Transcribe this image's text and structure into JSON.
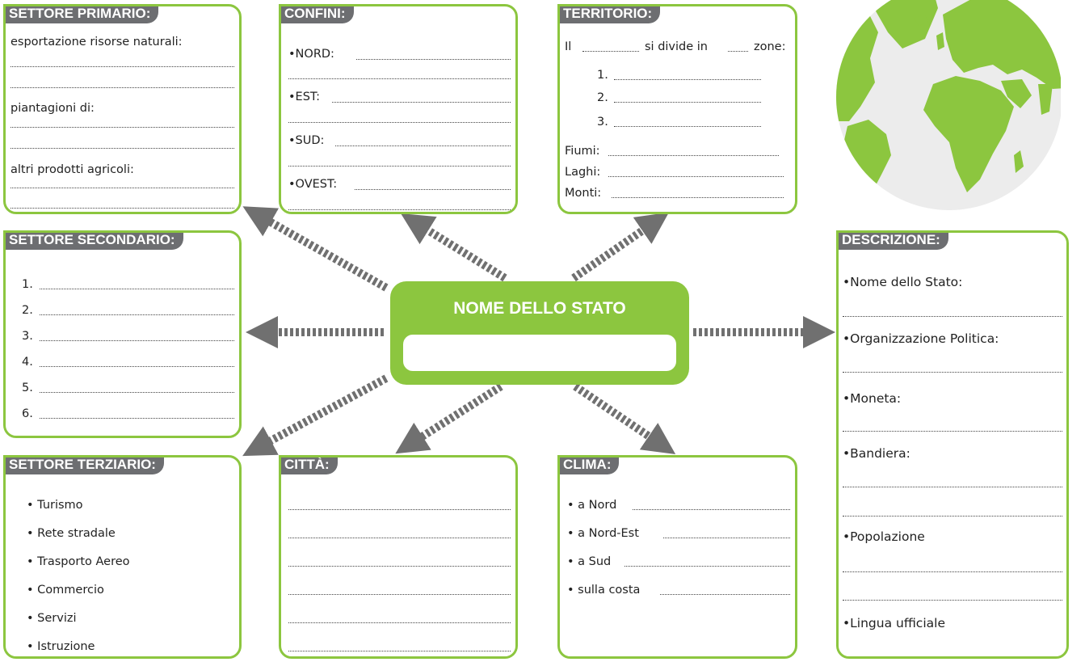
{
  "center": {
    "title": "NOME DELLO STATO"
  },
  "primario": {
    "title": "SETTORE PRIMARIO:",
    "labels": [
      "esportazione risorse naturali:",
      "piantagioni di:",
      "altri prodotti agricoli:"
    ]
  },
  "confini": {
    "title": "CONFINI:",
    "labels": [
      "•NORD:",
      "•EST:",
      "•SUD:",
      "•OVEST:"
    ]
  },
  "territorio": {
    "title": "TERRITORIO:",
    "intro_a": "Il",
    "intro_b": "si divide in",
    "intro_c": "zone:",
    "items": [
      "1.",
      "2.",
      "3."
    ],
    "labels": [
      "Fiumi:",
      "Laghi:",
      "Monti:"
    ]
  },
  "secondario": {
    "title": "SETTORE SECONDARIO:",
    "items": [
      "1.",
      "2.",
      "3.",
      "4.",
      "5.",
      "6."
    ]
  },
  "terziario": {
    "title": "SETTORE TERZIARIO:",
    "items": [
      "• Turismo",
      "• Rete stradale",
      "• Trasporto Aereo",
      "• Commercio",
      "• Servizi",
      "• Istruzione"
    ]
  },
  "citta": {
    "title": "CITTÀ:"
  },
  "clima": {
    "title": "CLIMA:",
    "items": [
      "• a Nord",
      "• a Nord-Est",
      "• a Sud",
      "• sulla costa"
    ]
  },
  "descrizione": {
    "title": "DESCRIZIONE:",
    "labels": [
      "•Nome dello Stato:",
      "•Organizzazione Politica:",
      "•Moneta:",
      "•Bandiera:",
      "•Popolazione",
      "•Lingua ufficiale"
    ]
  },
  "colors": {
    "accent": "#8cc63f",
    "header": "#6d6e71",
    "arrow": "#707070"
  },
  "icons": {
    "globe": "globe-icon"
  }
}
